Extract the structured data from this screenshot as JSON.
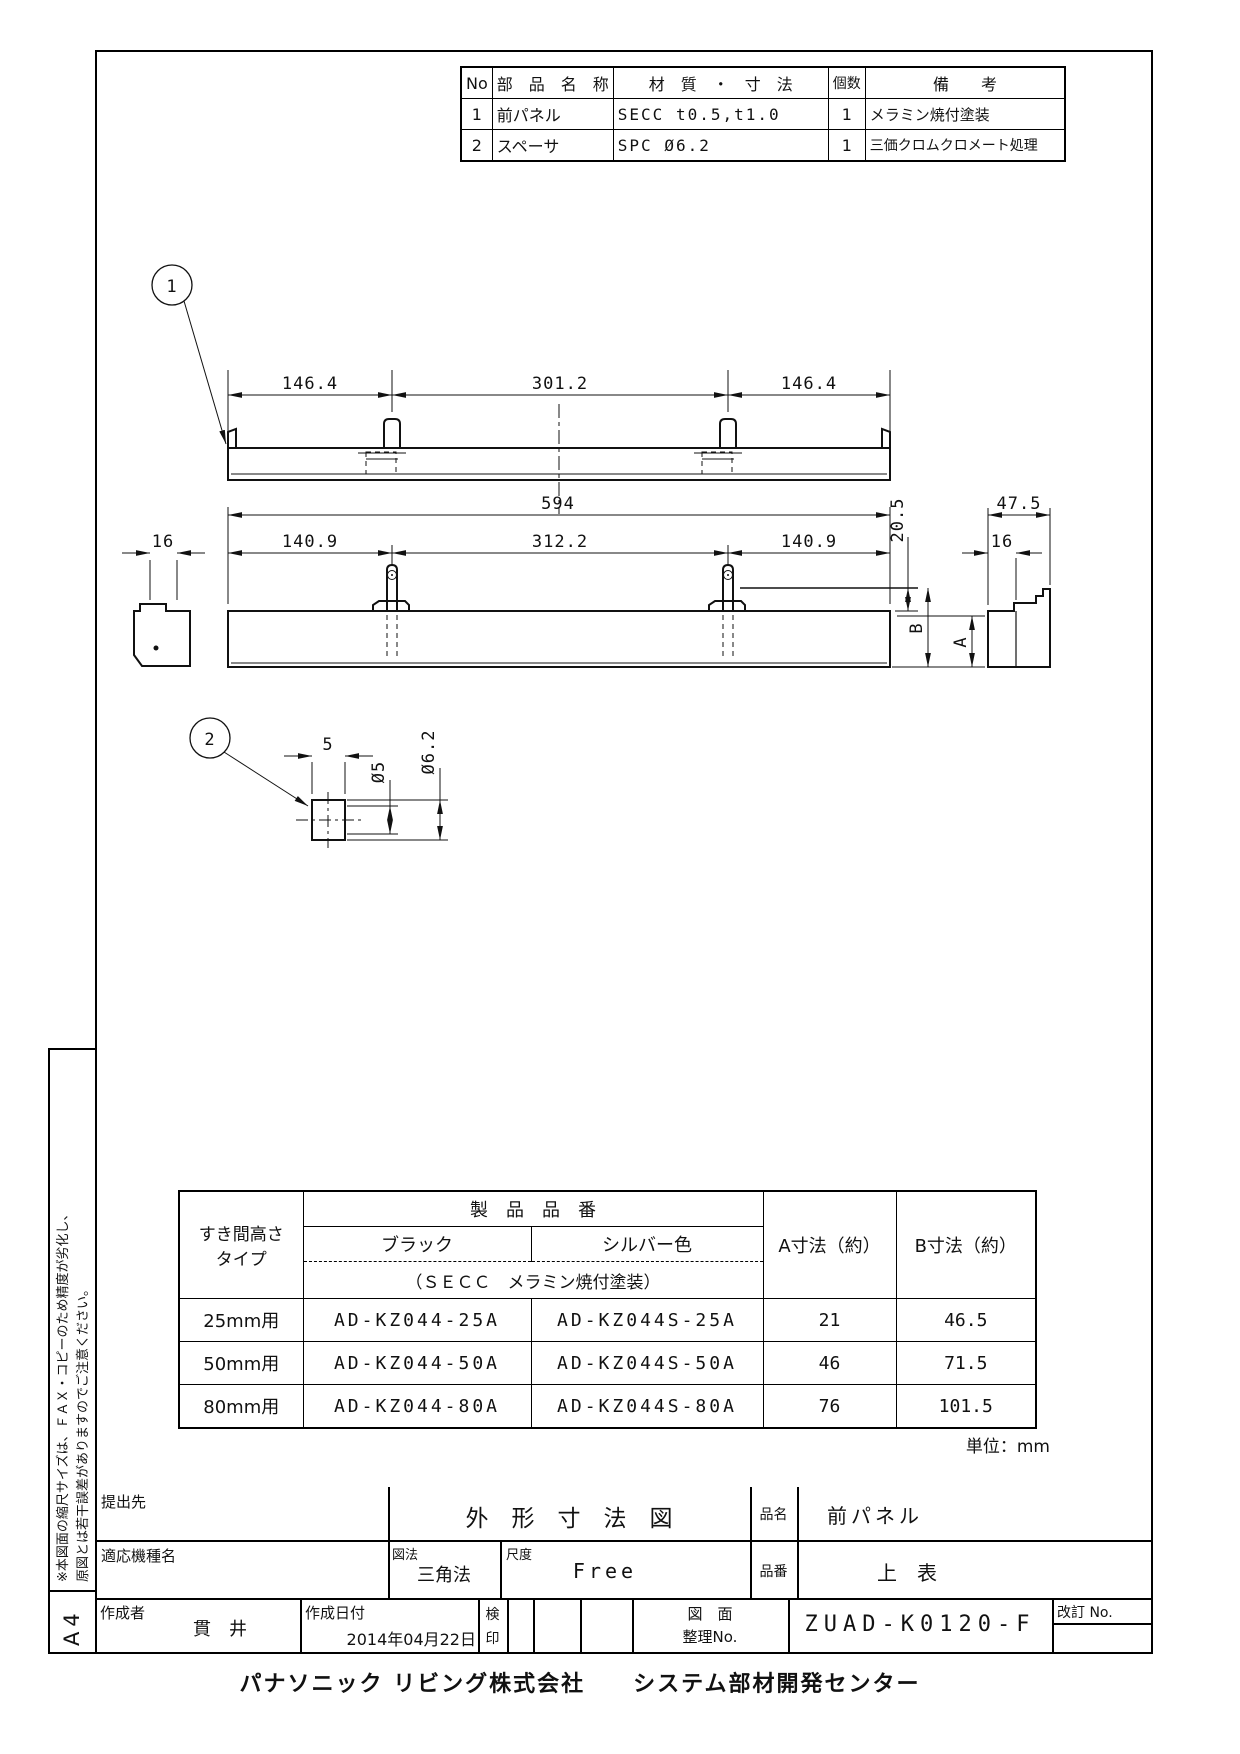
{
  "page": {
    "paper_size": "A4",
    "side_note_line1": "※本図面の縮尺サイズは、ＦＡＸ・コピーのため精度が劣化し、",
    "side_note_line2": "原図とは若干誤差がありますのでご注意ください。",
    "footer": "パナソニック リビング株式会社　　システム部材開発センター",
    "unit_note": "単位：mm"
  },
  "parts_table": {
    "headers": {
      "no": "No",
      "name": "部　品　名　称",
      "material": "材　質　・　寸　法",
      "qty": "個数",
      "remarks": "備　　考"
    },
    "rows": [
      {
        "no": "1",
        "name": "前パネル",
        "material": "SECC t0.5,t1.0",
        "qty": "1",
        "remarks": "メラミン焼付塗装"
      },
      {
        "no": "2",
        "name": "スペーサ",
        "material": "SPC Ø6.2",
        "qty": "1",
        "remarks": "三価クロムクロメート処理"
      }
    ]
  },
  "drawings": {
    "balloon_1": "1",
    "balloon_2": "2",
    "top_view": {
      "dim_left": "146.4",
      "dim_center": "301.2",
      "dim_right": "146.4"
    },
    "front_view": {
      "dim_overall": "594",
      "dim_left": "140.9",
      "dim_center": "312.2",
      "dim_right": "140.9",
      "dim_left_end": "16",
      "dim_flange": "20.5",
      "label_b": "B",
      "label_a": "A",
      "dim_section_width": "47.5",
      "dim_section_lip": "16"
    },
    "spacer_view": {
      "dim_length": "5",
      "dim_inner_dia": "Ø5",
      "dim_outer_dia": "Ø6.2"
    }
  },
  "product_table": {
    "header_gap_line1": "すき間高さ",
    "header_gap_line2": "タイプ",
    "header_product_no": "製　品　品　番",
    "header_black": "ブラック",
    "header_silver": "シルバー色",
    "header_finish": "（ＳＥＣＣ　メラミン焼付塗装）",
    "header_dim_a": "A寸法（約）",
    "header_dim_b": "B寸法（約）",
    "rows": [
      {
        "type": "25mm用",
        "black": "AD-KZ044-25A",
        "silver": "AD-KZ044S-25A",
        "dim_a": "21",
        "dim_b": "46.5"
      },
      {
        "type": "50mm用",
        "black": "AD-KZ044-50A",
        "silver": "AD-KZ044S-50A",
        "dim_a": "46",
        "dim_b": "71.5"
      },
      {
        "type": "80mm用",
        "black": "AD-KZ044-80A",
        "silver": "AD-KZ044S-80A",
        "dim_a": "76",
        "dim_b": "101.5"
      }
    ]
  },
  "title_block": {
    "submit_to_label": "提出先",
    "drawing_title": "外　形　寸　法　図",
    "product_name_label": "品名",
    "product_name": "前パネル",
    "applicable_model_label": "適応機種名",
    "projection_label": "図法",
    "projection": "三角法",
    "scale_label": "尺度",
    "scale": "Free",
    "part_no_label": "品番",
    "part_no": "上　表",
    "author_label": "作成者",
    "author": "貫　井",
    "date_label": "作成日付",
    "date": "2014年04月22日",
    "stamp_label_line1": "検",
    "stamp_label_line2": "印",
    "drawing_no_label_line1": "図　面",
    "drawing_no_label_line2": "整理No.",
    "drawing_no": "ZUAD-K0120-F",
    "revision_label": "改訂 No."
  }
}
